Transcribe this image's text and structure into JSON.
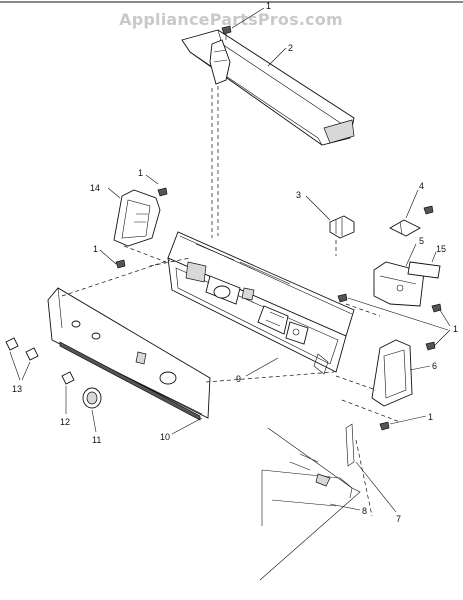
{
  "watermark": "AppliancePartsPros.com",
  "callouts": [
    {
      "id": "c1a",
      "label": "1"
    },
    {
      "id": "c2",
      "label": "2"
    },
    {
      "id": "c1b",
      "label": "1"
    },
    {
      "id": "c14",
      "label": "14"
    },
    {
      "id": "c3",
      "label": "3"
    },
    {
      "id": "c4",
      "label": "4"
    },
    {
      "id": "c5",
      "label": "5"
    },
    {
      "id": "c15",
      "label": "15"
    },
    {
      "id": "c1c",
      "label": "1"
    },
    {
      "id": "c1d",
      "label": "1"
    },
    {
      "id": "c6",
      "label": "6"
    },
    {
      "id": "c9",
      "label": "9"
    },
    {
      "id": "c13",
      "label": "13"
    },
    {
      "id": "c12",
      "label": "12"
    },
    {
      "id": "c11",
      "label": "11"
    },
    {
      "id": "c10",
      "label": "10"
    },
    {
      "id": "c1e",
      "label": "1"
    },
    {
      "id": "c7",
      "label": "7"
    },
    {
      "id": "c8",
      "label": "8"
    }
  ]
}
